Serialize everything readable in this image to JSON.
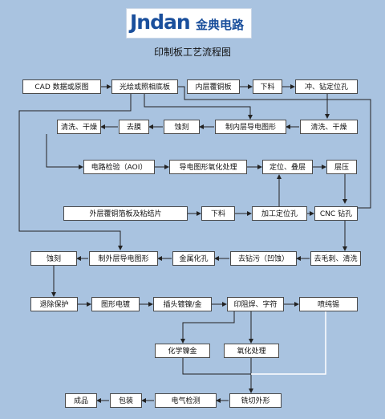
{
  "logo": {
    "brand_en": "Jndan",
    "brand_cn": "金典电路"
  },
  "title": "印制板工艺流程图",
  "steps": {
    "cad": "CAD 数据或原图",
    "photoplot": "光绘或照相底板",
    "inner_laminate": "内层覆铜板",
    "cut1": "下料",
    "punch_pin": "冲、钻定位孔",
    "clean1": "清洗、干燥",
    "film_remove": "去膜",
    "etch1": "蚀刻",
    "inner_pattern": "制内层导电图形",
    "clean2": "清洗、干燥",
    "aoi": "电路检验（AOI）",
    "oxide": "导电图形氧化处理",
    "layup": "定位、叠层",
    "press": "层压",
    "outer_laminate": "外层覆铜箔板及粘结片",
    "cut2": "下料",
    "tooling": "加工定位孔",
    "cnc_drill": "CNC 钻孔",
    "etch2": "蚀刻",
    "outer_pattern": "制外层导电图形",
    "pth": "金属化孔",
    "desmear": "去钻污（凹蚀）",
    "deburr": "去毛刺、清洗",
    "strip": "退除保护",
    "pattern_plate": "图形电镀",
    "tab_plate": "插头镀镍/金",
    "soldermask": "印阻焊、字符",
    "hasl": "喷纯锡",
    "eni_gold": "化学镍金",
    "osp": "氧化处理",
    "final": "成品",
    "pack": "包装",
    "e_test": "电气检测",
    "routing": "铣切外形"
  }
}
